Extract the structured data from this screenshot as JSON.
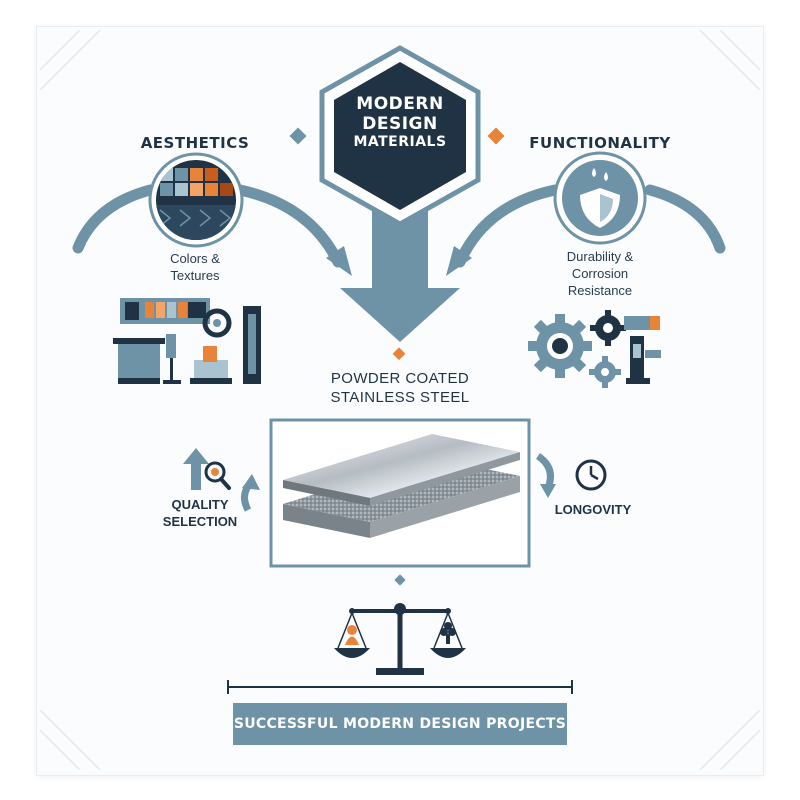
{
  "hub": {
    "title": "MODERN DESIGN",
    "subtitle": "MATERIALS"
  },
  "left_branch": {
    "heading": "AESTHETICS",
    "caption_line1": "Colors &",
    "caption_line2": "Textures",
    "icon": "color-texture-swatch-icon"
  },
  "right_branch": {
    "heading": "FUNCTIONALITY",
    "caption_line1": "Durability &",
    "caption_line2": "Corrosion",
    "caption_line3": "Resistance",
    "icon": "shield-droplet-icon"
  },
  "center": {
    "title_line1": "POWDER COATED",
    "title_line2": "STAINLESS STEEL"
  },
  "quality": {
    "line1": "QUALITY",
    "line2": "SELECTION",
    "icon": "magnifier-icon"
  },
  "longevity": {
    "label": "LONGOVITY",
    "icon": "clock-icon"
  },
  "footer": {
    "banner": "SUCCESSFUL MODERN DESIGN PROJECTS",
    "icon": "balance-scale-icon"
  },
  "colors": {
    "navy": "#1f3345",
    "steel_blue": "#6f93a6",
    "light_blue": "#a9c3d0",
    "orange": "#e8843a"
  }
}
